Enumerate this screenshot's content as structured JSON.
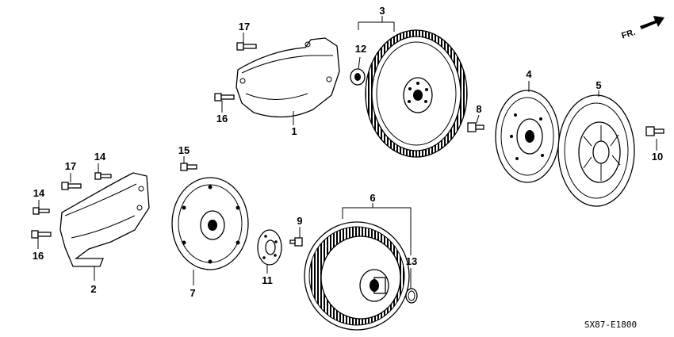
{
  "diagram": {
    "orientation_label": "FR.",
    "diagram_code": "SX87-E1800",
    "callouts": {
      "c1": "1",
      "c2": "2",
      "c3": "3",
      "c4": "4",
      "c5": "5",
      "c6": "6",
      "c7": "7",
      "c8": "8",
      "c9": "9",
      "c10": "10",
      "c11": "11",
      "c12": "12",
      "c13": "13",
      "c14a": "14",
      "c14b": "14",
      "c15": "15",
      "c16a": "16",
      "c16b": "16",
      "c17a": "17",
      "c17b": "17"
    },
    "icons": [
      "front-direction-arrow-icon"
    ]
  }
}
